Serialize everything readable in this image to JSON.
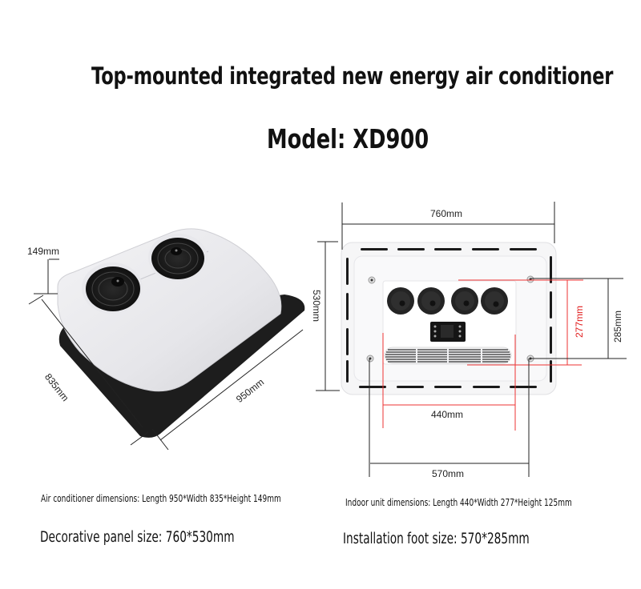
{
  "header": {
    "title": "Top-mounted integrated new energy air conditioner",
    "model": "Model: XD900"
  },
  "left_figure": {
    "name": "Rooftop unit (outdoor) perspective view",
    "dimensions": {
      "height": "149mm",
      "width": "835mm",
      "length": "950mm"
    }
  },
  "right_figure": {
    "name": "Indoor unit with decorative panel, bottom view",
    "dimensions": {
      "panel_width": "760mm",
      "panel_height": "530mm",
      "indoor_height": "277mm",
      "foot_height": "285mm",
      "indoor_width": "440mm",
      "foot_width": "570mm"
    },
    "colors": {
      "indoor_dimension_lines": "#e33333",
      "panel_dimension_lines": "#222222"
    }
  },
  "captions": {
    "ac_dimensions": "Air conditioner dimensions: Length 950*Width 835*Height 149mm",
    "indoor_dimensions": "Indoor unit dimensions: Length 440*Width 277*Height 125mm",
    "panel_size": "Decorative panel size: 760*530mm",
    "foot_size": "Installation foot size: 570*285mm"
  }
}
